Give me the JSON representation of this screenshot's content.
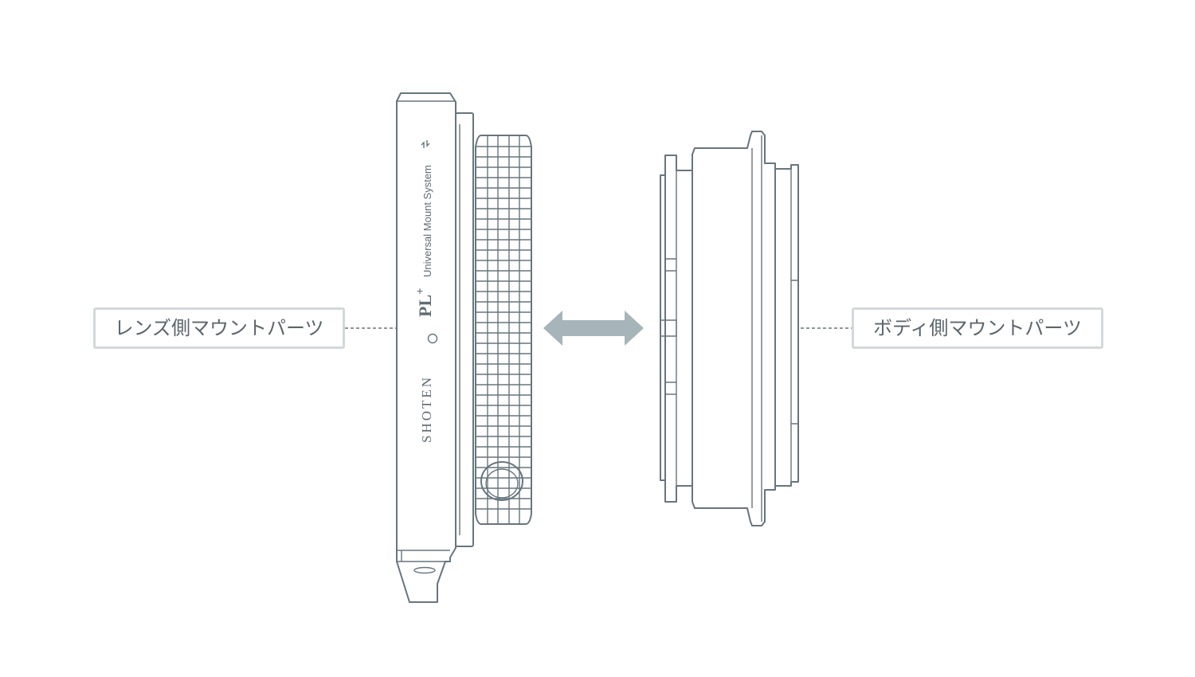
{
  "labels": {
    "lens_side": "レンズ側マウントパーツ",
    "body_side": "ボディ側マウントパーツ"
  },
  "engraving": {
    "brand_mark": "PL",
    "brand_superscript": "+",
    "system_name": "Universal Mount System",
    "manufacturer": "SHOTEN"
  },
  "colors": {
    "line": "#67757d",
    "arrow": "#a7b4ba",
    "label_border": "#d3d8db",
    "label_text": "#5a656b",
    "background": "#ffffff"
  },
  "icons": {
    "separation_arrow": "double-headed-arrow",
    "engraved_glyph": "double-arrow-glyph"
  }
}
